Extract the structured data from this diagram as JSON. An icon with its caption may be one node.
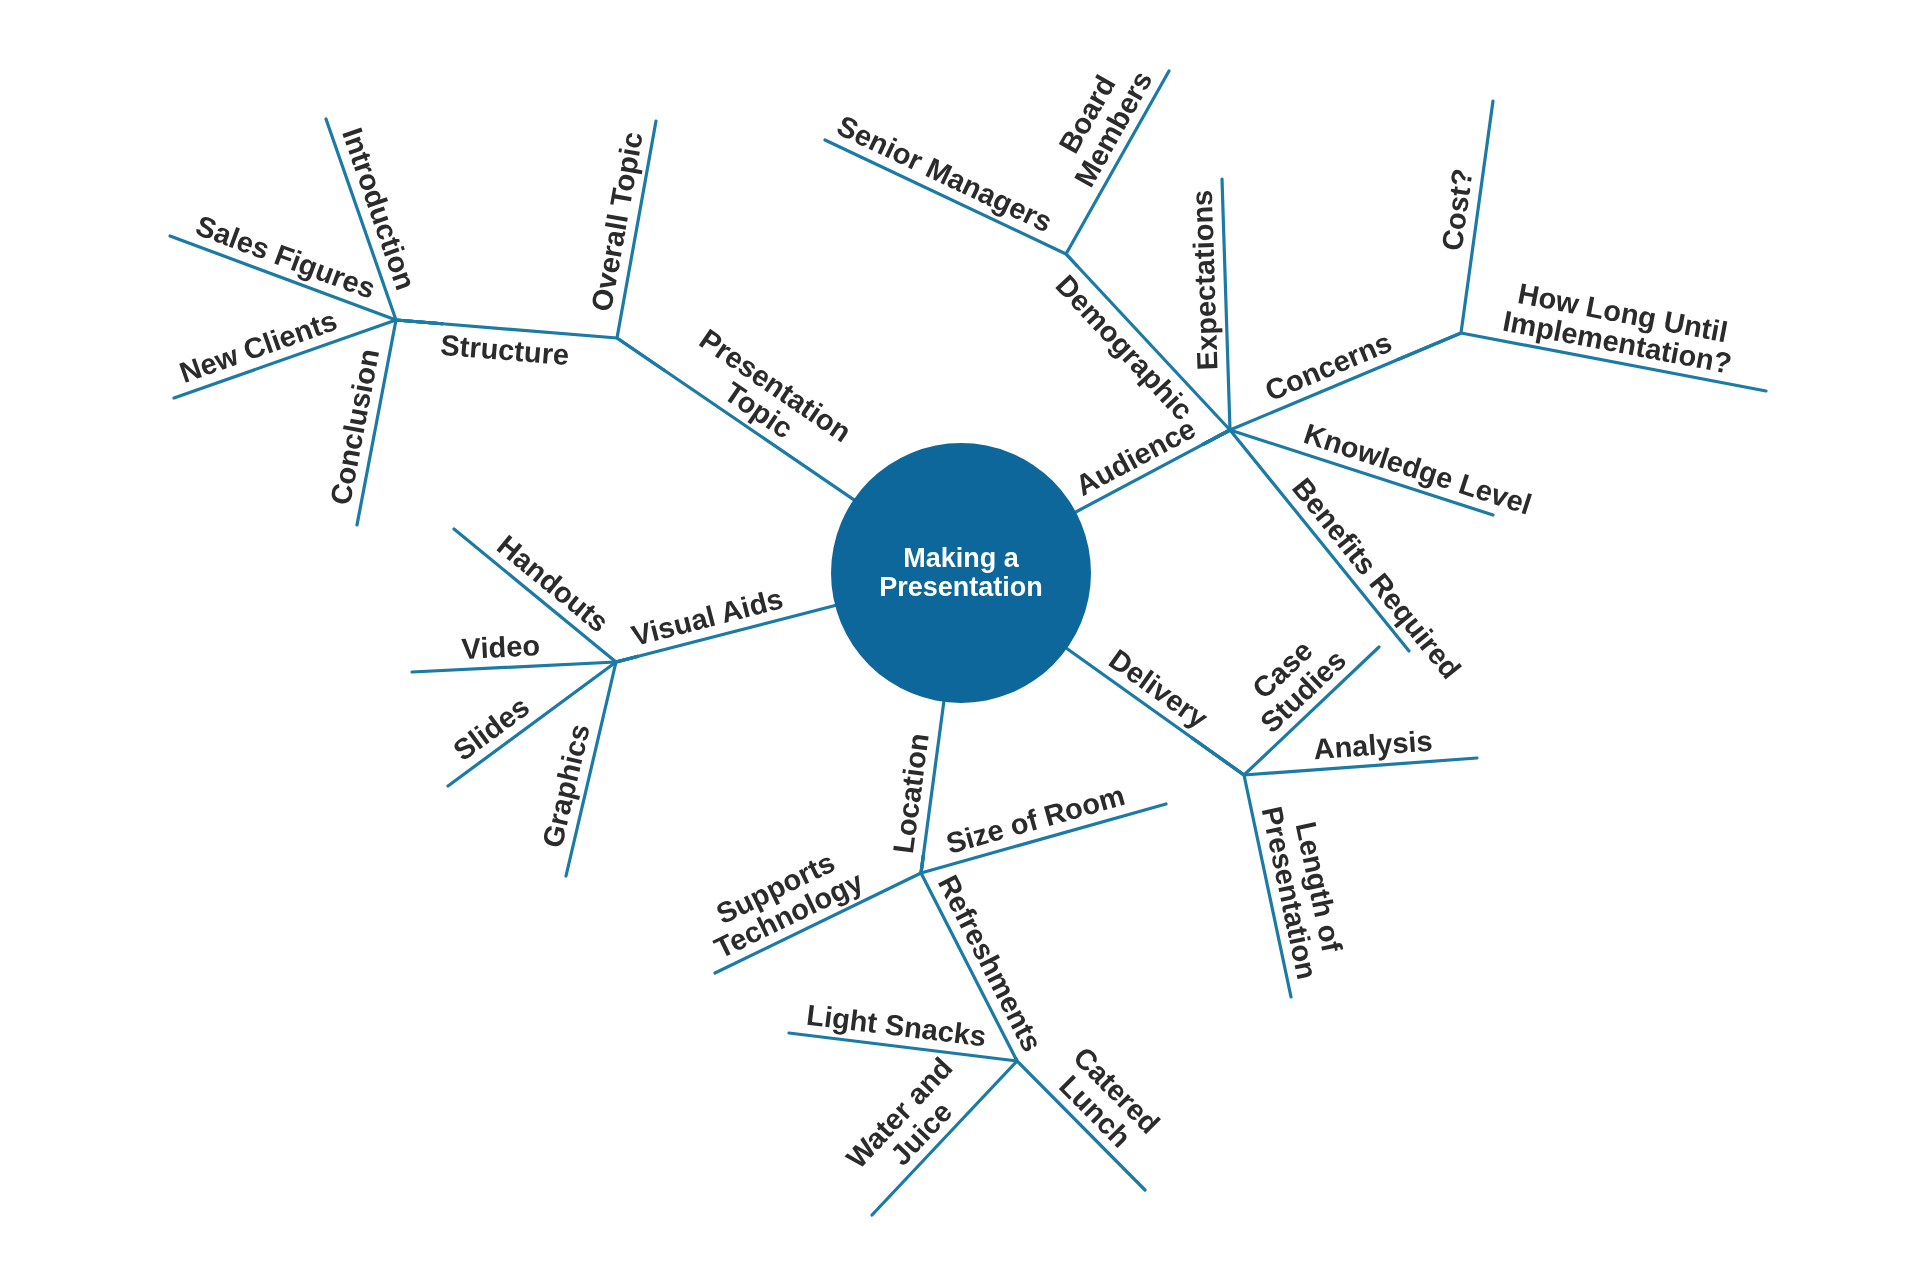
{
  "diagram": {
    "nodes": [
      {
        "text": [
          "Making a Presentation"
        ]
      },
      {
        "text": [
          "Presentation Topic"
        ]
      },
      {
        "text": [
          "Structure"
        ]
      },
      {
        "text": [
          "Overall Topic"
        ]
      },
      {
        "text": [
          "Introduction"
        ]
      },
      {
        "text": [
          "Sales Figures"
        ]
      },
      {
        "text": [
          "New Clients"
        ]
      },
      {
        "text": [
          "Conclusion"
        ]
      },
      {
        "text": [
          "Audience"
        ]
      },
      {
        "text": [
          "Demographic"
        ]
      },
      {
        "text": [
          "Senior Managers"
        ]
      },
      {
        "text": [
          "Board Members"
        ]
      },
      {
        "text": [
          "Expectations"
        ]
      },
      {
        "text": [
          "Concerns"
        ]
      },
      {
        "text": [
          "Cost?"
        ]
      },
      {
        "text": [
          "How Long Until Implementation?"
        ]
      },
      {
        "text": [
          "Knowledge Level"
        ]
      },
      {
        "text": [
          "Benefits Required"
        ]
      },
      {
        "text": [
          "Delivery"
        ]
      },
      {
        "text": [
          "Case Studies"
        ]
      },
      {
        "text": [
          "Analysis"
        ]
      },
      {
        "text": [
          "Length of Presentation"
        ]
      },
      {
        "text": [
          "Location"
        ]
      },
      {
        "text": [
          "Size of Room"
        ]
      },
      {
        "text": [
          "Supports Technology"
        ]
      },
      {
        "text": [
          "Refreshments"
        ]
      },
      {
        "text": [
          "Light Snacks"
        ]
      },
      {
        "text": [
          "Water and Juice"
        ]
      },
      {
        "text": [
          "Catered Lunch"
        ]
      },
      {
        "text": [
          "Visual Aids"
        ]
      },
      {
        "text": [
          "Handouts"
        ]
      },
      {
        "text": [
          "Video"
        ]
      },
      {
        "text": [
          "Slides"
        ]
      },
      {
        "text": [
          "Graphics"
        ]
      }
    ],
    "edges": [
      {
        "from": 0,
        "to": 1,
        "arrow": "none"
      },
      {
        "from": 1,
        "to": 2,
        "arrow": "none"
      },
      {
        "from": 1,
        "to": 3,
        "arrow": "none"
      },
      {
        "from": 2,
        "to": 4,
        "arrow": "none"
      },
      {
        "from": 2,
        "to": 5,
        "arrow": "none"
      },
      {
        "from": 2,
        "to": 6,
        "arrow": "none"
      },
      {
        "from": 2,
        "to": 7,
        "arrow": "none"
      },
      {
        "from": 0,
        "to": 8,
        "arrow": "none"
      },
      {
        "from": 8,
        "to": 9,
        "arrow": "none"
      },
      {
        "from": 9,
        "to": 10,
        "arrow": "none"
      },
      {
        "from": 9,
        "to": 11,
        "arrow": "none"
      },
      {
        "from": 8,
        "to": 12,
        "arrow": "none"
      },
      {
        "from": 8,
        "to": 13,
        "arrow": "none"
      },
      {
        "from": 13,
        "to": 14,
        "arrow": "none"
      },
      {
        "from": 13,
        "to": 15,
        "arrow": "none"
      },
      {
        "from": 8,
        "to": 16,
        "arrow": "none"
      },
      {
        "from": 8,
        "to": 17,
        "arrow": "none"
      },
      {
        "from": 0,
        "to": 18,
        "arrow": "none"
      },
      {
        "from": 18,
        "to": 19,
        "arrow": "none"
      },
      {
        "from": 18,
        "to": 20,
        "arrow": "none"
      },
      {
        "from": 18,
        "to": 21,
        "arrow": "none"
      },
      {
        "from": 0,
        "to": 22,
        "arrow": "none"
      },
      {
        "from": 22,
        "to": 23,
        "arrow": "none"
      },
      {
        "from": 22,
        "to": 24,
        "arrow": "none"
      },
      {
        "from": 22,
        "to": 25,
        "arrow": "none"
      },
      {
        "from": 25,
        "to": 26,
        "arrow": "none"
      },
      {
        "from": 25,
        "to": 27,
        "arrow": "none"
      },
      {
        "from": 25,
        "to": 28,
        "arrow": "none"
      },
      {
        "from": 0,
        "to": 29,
        "arrow": "none"
      },
      {
        "from": 29,
        "to": 30,
        "arrow": "none"
      },
      {
        "from": 29,
        "to": 31,
        "arrow": "none"
      },
      {
        "from": 29,
        "to": 32,
        "arrow": "none"
      },
      {
        "from": 29,
        "to": 33,
        "arrow": "none"
      }
    ]
  }
}
